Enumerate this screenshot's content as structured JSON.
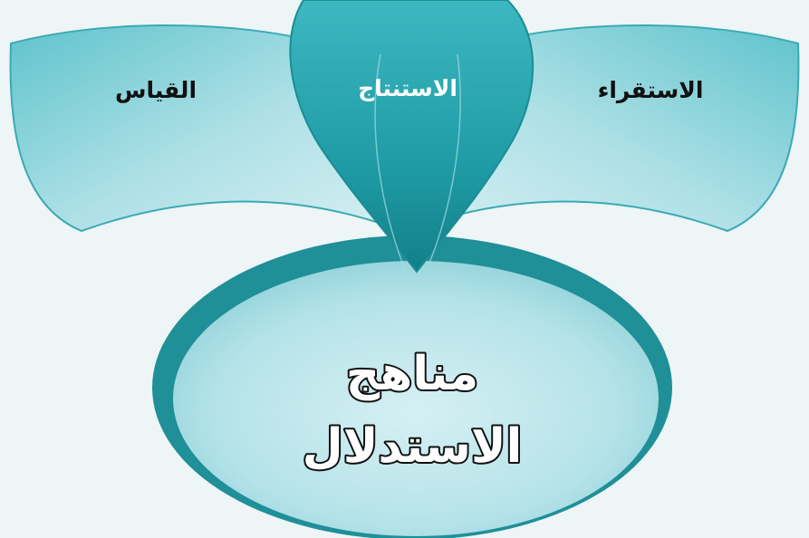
{
  "diagram": {
    "petals": [
      {
        "id": "left",
        "label": "القياس"
      },
      {
        "id": "middle",
        "label": "الاستنتاج"
      },
      {
        "id": "right",
        "label": "الاستقراء"
      }
    ],
    "center": {
      "line1": "مناهج",
      "line2": "الاستدلال"
    },
    "colors": {
      "background": "#eef5f6",
      "petal_light_fill": "#a9dfe5",
      "petal_outline": "#2aa3ad",
      "middle_petal_fill": "#2ba7b0",
      "oval_rim": "#1f8f98",
      "oval_fill": "#bfe7ec",
      "center_text_fill": "#ffffff",
      "center_text_outline": "#111111"
    }
  }
}
